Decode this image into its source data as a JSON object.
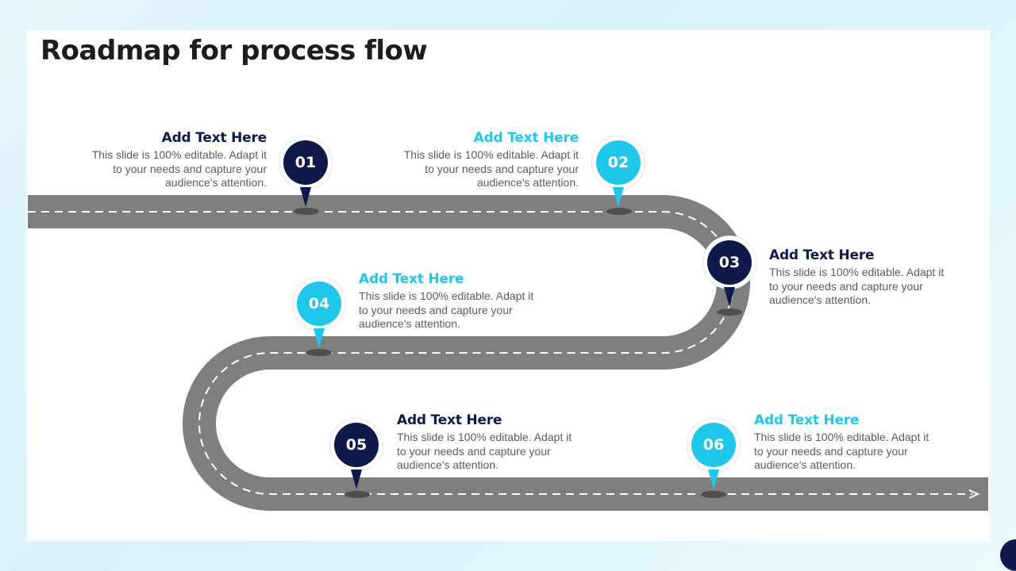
{
  "slide": {
    "title": "Roadmap for process flow"
  },
  "colors": {
    "dark": "#0f1a4b",
    "cyan": "#1fc8ea",
    "road": "#7f7f7f",
    "lane_marking": "#ffffff"
  },
  "steps": [
    {
      "number": "01",
      "heading": "Add Text Here",
      "body": [
        "This slide is 100% editable. Adapt it",
        "to your needs and capture your",
        "audience's attention."
      ],
      "color": "dark"
    },
    {
      "number": "02",
      "heading": "Add Text Here",
      "body": [
        "This slide is 100% editable. Adapt it",
        "to your needs and capture your",
        "audience's attention."
      ],
      "color": "cyan"
    },
    {
      "number": "03",
      "heading": "Add Text Here",
      "body": [
        "This slide is 100% editable. Adapt it",
        "to your needs and capture your",
        "audience's attention."
      ],
      "color": "dark"
    },
    {
      "number": "04",
      "heading": "Add Text Here",
      "body": [
        "This slide is 100% editable. Adapt it",
        "to your needs and capture your",
        "audience's attention."
      ],
      "color": "cyan"
    },
    {
      "number": "05",
      "heading": "Add Text Here",
      "body": [
        "This slide is 100% editable. Adapt it",
        "to your needs and capture your",
        "audience's attention."
      ],
      "color": "dark"
    },
    {
      "number": "06",
      "heading": "Add Text Here",
      "body": [
        "This slide is 100% editable. Adapt it",
        "to your needs and capture your",
        "audience's attention."
      ],
      "color": "cyan"
    }
  ]
}
